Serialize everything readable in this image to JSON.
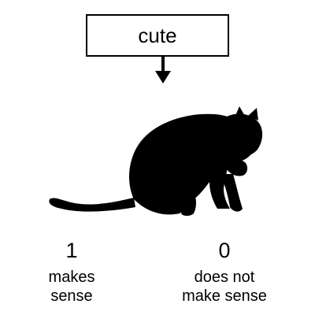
{
  "label": {
    "text": "cute"
  },
  "scores": [
    {
      "value": "1",
      "line1": "makes",
      "line2": "sense"
    },
    {
      "value": "0",
      "line1": "does not",
      "line2": "make sense"
    }
  ],
  "icons": {
    "arrow": "arrow-down-icon",
    "cat": "cat-silhouette-icon"
  },
  "colors": {
    "ink": "#000000",
    "background": "#ffffff"
  }
}
